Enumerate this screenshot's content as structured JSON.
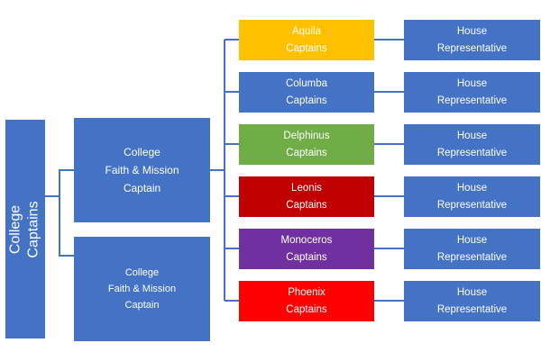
{
  "root": {
    "line1": "College",
    "line2": "Captains"
  },
  "college_roles": [
    {
      "line1": "College",
      "line2": "Faith & Mission",
      "line3": "Captain"
    },
    {
      "line1": "College",
      "line2": "Faith & Mission",
      "line3": "Captain"
    }
  ],
  "houses": [
    {
      "name": "Aquila",
      "role": "Captains",
      "color": "#ffc000"
    },
    {
      "name": "Columba",
      "role": "Captains",
      "color": "#4472c4"
    },
    {
      "name": "Delphinus",
      "role": "Captains",
      "color": "#70ad47"
    },
    {
      "name": "Leonis",
      "role": "Captains",
      "color": "#c00000"
    },
    {
      "name": "Monoceros",
      "role": "Captains",
      "color": "#7030a0"
    },
    {
      "name": "Phoenix",
      "role": "Captains",
      "color": "#ff0000"
    }
  ],
  "representatives": [
    {
      "line1": "House",
      "line2": "Representative"
    },
    {
      "line1": "House",
      "line2": "Representative"
    },
    {
      "line1": "House",
      "line2": "Representative"
    },
    {
      "line1": "House",
      "line2": "Representative"
    },
    {
      "line1": "House",
      "line2": "Representative"
    },
    {
      "line1": "House",
      "line2": "Representative"
    }
  ]
}
